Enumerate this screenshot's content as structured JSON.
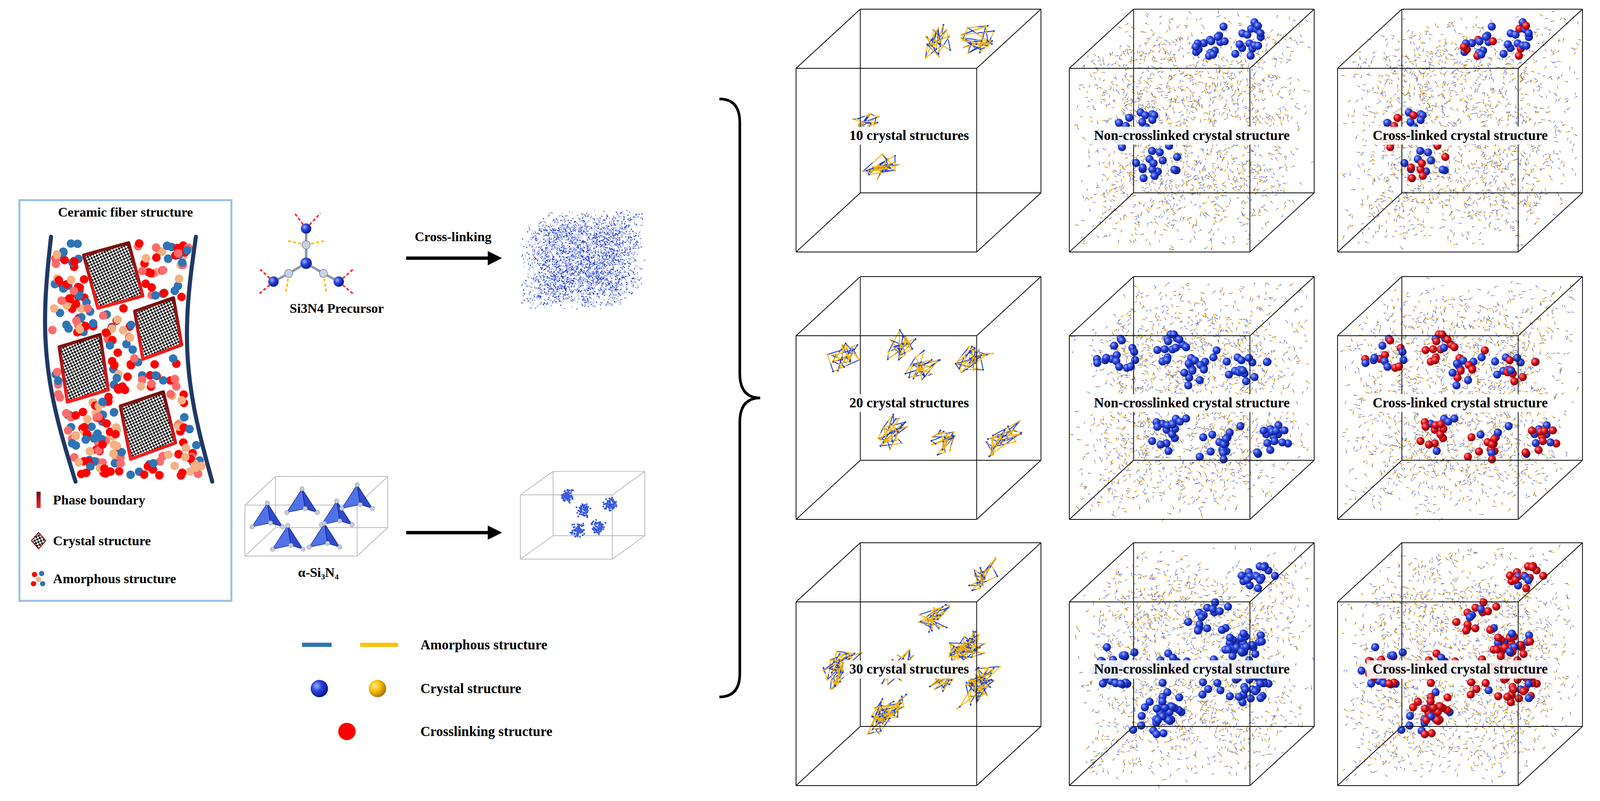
{
  "diagram": {
    "nodes": [
      {
        "text": [
          "Ceramic fiber structure"
        ]
      },
      {
        "text": [
          "10 crystal structures"
        ]
      },
      {
        "text": [
          "Non-crosslinked crystal structure"
        ]
      },
      {
        "text": [
          "Cross-linked crystal structure"
        ]
      },
      {
        "text": [
          "20 crystal structures"
        ]
      },
      {
        "text": [
          "Non-crosslinked crystal structure"
        ]
      },
      {
        "text": [
          "Cross-linked crystal structure"
        ]
      },
      {
        "text": [
          "30 crystal structures"
        ]
      },
      {
        "text": [
          "Non-crosslinked crystal structure"
        ]
      },
      {
        "text": [
          "Cross-linked crystal structure"
        ]
      }
    ],
    "labels": [
      "Cross-linking",
      "Si3N4 Precursor",
      "α-Si₃N₄"
    ],
    "legend": [
      {
        "text": "Phase boundary"
      },
      {
        "text": "Crystal structure"
      },
      {
        "text": "Amorphous structure"
      },
      {
        "text": "Amorphous structure"
      },
      {
        "text": "Crystal structure"
      },
      {
        "text": "Crosslinking structure",
        "color": "#ff0000"
      }
    ]
  }
}
